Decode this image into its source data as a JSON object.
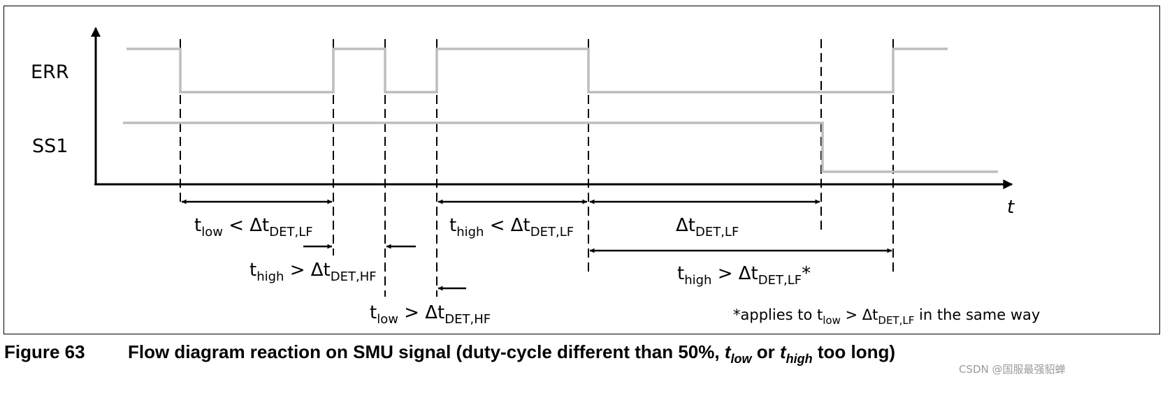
{
  "diagram": {
    "signals": [
      {
        "id": "err",
        "label": "ERR"
      },
      {
        "id": "ss1",
        "label": "SS1"
      }
    ],
    "time_axis_label": "t",
    "annotations": [
      {
        "id": "a1",
        "parts": [
          [
            "t",
            ""
          ],
          [
            "low",
            "sub"
          ],
          [
            " < Δt",
            ""
          ],
          [
            "DET,LF",
            "sub"
          ]
        ]
      },
      {
        "id": "a2",
        "parts": [
          [
            "t",
            ""
          ],
          [
            "high",
            "sub"
          ],
          [
            " > Δt",
            ""
          ],
          [
            "DET,HF",
            "sub"
          ]
        ]
      },
      {
        "id": "a3",
        "parts": [
          [
            "t",
            ""
          ],
          [
            "low",
            "sub"
          ],
          [
            " > Δt",
            ""
          ],
          [
            "DET,HF",
            "sub"
          ]
        ]
      },
      {
        "id": "a4",
        "parts": [
          [
            "t",
            ""
          ],
          [
            "high",
            "sub"
          ],
          [
            " < Δt",
            ""
          ],
          [
            "DET,LF",
            "sub"
          ]
        ]
      },
      {
        "id": "a5",
        "parts": [
          [
            "Δt",
            ""
          ],
          [
            "DET,LF",
            "sub"
          ]
        ]
      },
      {
        "id": "a6",
        "parts": [
          [
            "t",
            ""
          ],
          [
            "high",
            "sub"
          ],
          [
            " > Δt",
            ""
          ],
          [
            "DET,LF",
            "sub"
          ],
          [
            "*",
            ""
          ]
        ]
      },
      {
        "id": "note",
        "parts": [
          [
            "*applies to t",
            ""
          ],
          [
            "low",
            "sub"
          ],
          [
            " > Δt",
            ""
          ],
          [
            "DET,LF",
            "sub"
          ],
          [
            " in the same way",
            ""
          ]
        ]
      }
    ],
    "colors": {
      "signal": "#bdbdbd",
      "axis": "#000000",
      "frame": "#000000"
    }
  },
  "caption": {
    "number": "Figure 63",
    "parts": [
      [
        "Flow diagram reaction on SMU signal (duty-cycle different than 50%, ",
        ""
      ],
      [
        "t",
        "i"
      ],
      [
        "low",
        "isub"
      ],
      [
        " or ",
        ""
      ],
      [
        "t",
        "i"
      ],
      [
        "high",
        "isub"
      ],
      [
        " too long)",
        ""
      ]
    ]
  },
  "watermark": "CSDN @国服最强貂蝉"
}
